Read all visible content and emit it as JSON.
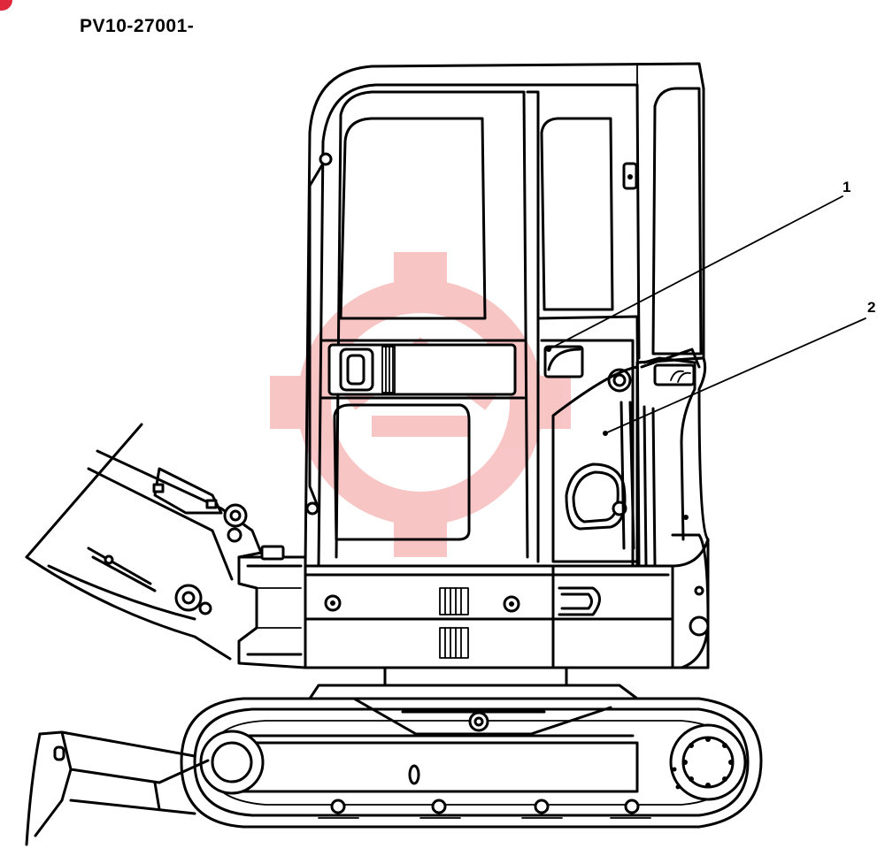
{
  "diagram": {
    "part_code": "PV10-27001-",
    "callouts": [
      {
        "number": "1"
      },
      {
        "number": "2"
      }
    ]
  },
  "colors": {
    "line": "#000000",
    "background": "#ffffff",
    "watermark": "#f08080",
    "corner_mark": "#e0283c"
  },
  "watermark": {
    "icon": "gear-logo-watermark"
  }
}
